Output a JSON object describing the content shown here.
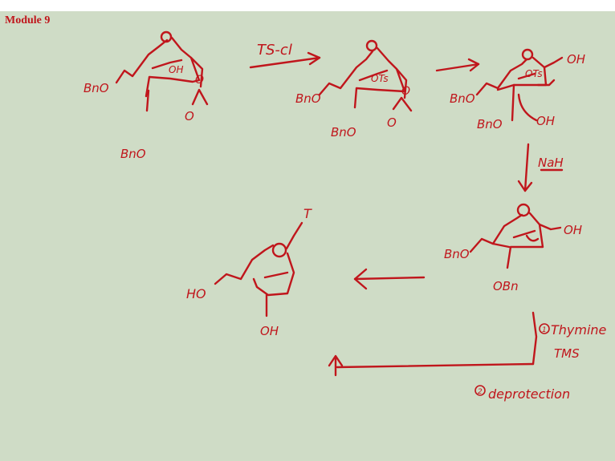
{
  "header": {
    "module_label": "Module 9"
  },
  "colors": {
    "ink": "#c0161c",
    "board": "#cfdcc6"
  },
  "reagents": {
    "step1": "TS-cl",
    "step3": "NaH",
    "step4_a": "Thymine",
    "step4_a_marker": "1",
    "step4_b": "TMS",
    "step4_c": "deprotection",
    "step4_c_marker": "2"
  },
  "structures": {
    "s1": {
      "labels": [
        "BnO",
        "OH",
        "BnO",
        "O",
        "O"
      ]
    },
    "s2": {
      "labels": [
        "BnO",
        "OTs",
        "BnO",
        "O",
        "O"
      ]
    },
    "s3": {
      "labels": [
        "BnO",
        "OTs",
        "BnO",
        "OH",
        "OH",
        "O"
      ]
    },
    "s4": {
      "labels": [
        "BnO",
        "OH",
        "OBn",
        "O"
      ]
    },
    "s5": {
      "labels": [
        "HO",
        "OH",
        "T",
        "O"
      ]
    }
  }
}
